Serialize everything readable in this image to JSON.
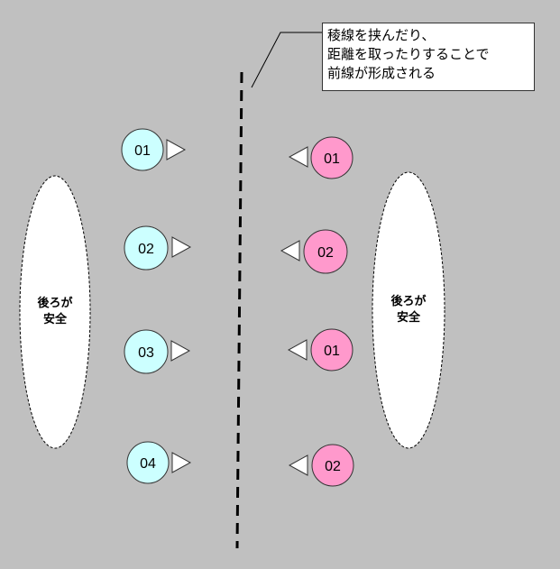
{
  "callout": {
    "lines": [
      "稜線を挟んだり、",
      "距離を取ったりすることで",
      "前線が形成される"
    ]
  },
  "safe_zones": {
    "left": {
      "line1": "後ろが",
      "line2": "安全"
    },
    "right": {
      "line1": "後ろが",
      "line2": "安全"
    }
  },
  "units": {
    "left": [
      {
        "label": "01"
      },
      {
        "label": "02"
      },
      {
        "label": "03"
      },
      {
        "label": "04"
      }
    ],
    "right": [
      {
        "label": "01"
      },
      {
        "label": "02"
      },
      {
        "label": "01"
      },
      {
        "label": "02"
      }
    ]
  },
  "colors": {
    "background": "#c0c0c0",
    "left_team": "#ccffff",
    "right_team": "#ff99cc",
    "arrow": "#ffffff",
    "line": "#000000"
  }
}
